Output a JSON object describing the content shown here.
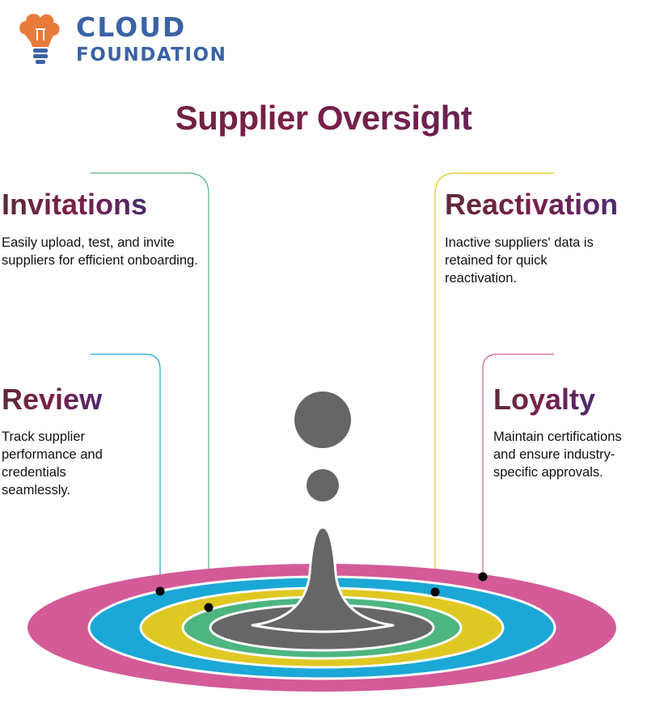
{
  "brand": {
    "line1": "CLOUD",
    "line2": "FOUNDATION",
    "colors": {
      "text": "#3a63a6",
      "bulb": "#e87a3a"
    }
  },
  "title": "Supplier Oversight",
  "items": [
    {
      "heading": "Invitations",
      "description": "Easily upload, test, and invite suppliers for efficient onboarding.",
      "ring_color": "#4db580"
    },
    {
      "heading": "Reactivation",
      "description": "Inactive suppliers' data is retained for quick reactivation.",
      "ring_color": "#e0c822"
    },
    {
      "heading": "Review",
      "description": "Track supplier performance and credentials seamlessly.",
      "ring_color": "#1ba8d6"
    },
    {
      "heading": "Loyalty",
      "description": "Maintain certifications and ensure industry-specific approvals.",
      "ring_color": "#d45a98"
    }
  ],
  "colors": {
    "center": "#666666"
  }
}
